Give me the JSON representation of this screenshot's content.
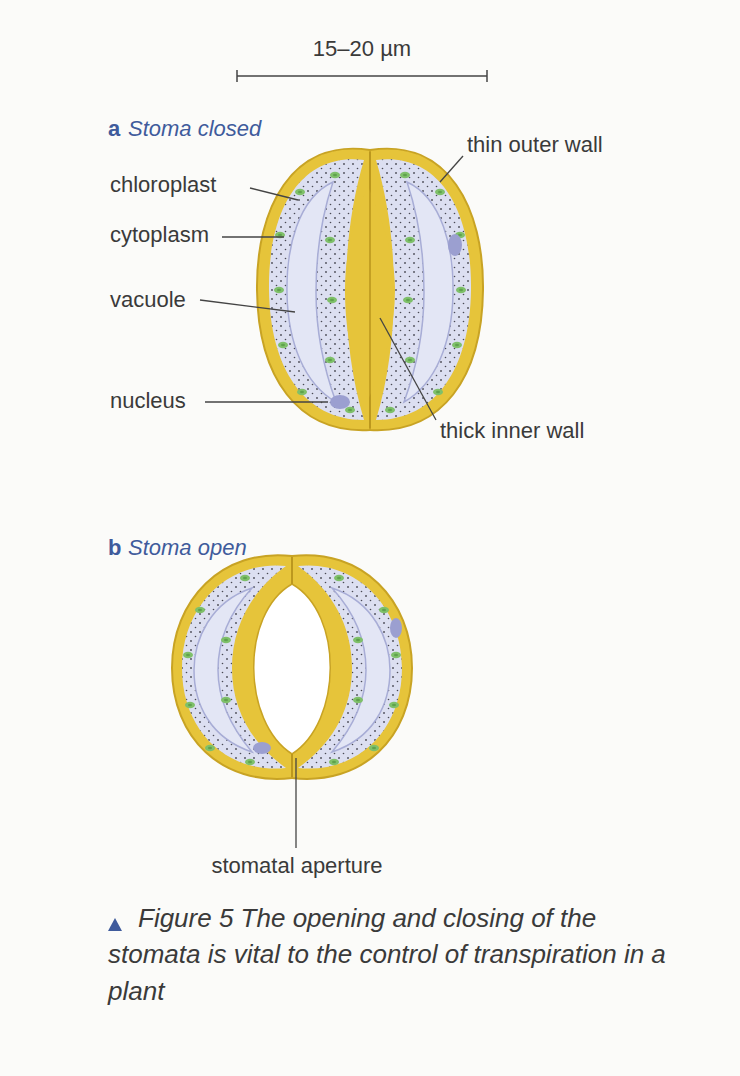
{
  "diagram": {
    "caption": "Figure 5 The opening and closing of the stomata is vital to the control of transpiration in a plant",
    "labels": [
      "15–20 µm",
      "a",
      "Stoma closed",
      "chloroplast",
      "cytoplasm",
      "vacuole",
      "nucleus",
      "thin outer wall",
      "thick inner wall",
      "b",
      "Stoma open",
      "stomatal aperture"
    ]
  }
}
